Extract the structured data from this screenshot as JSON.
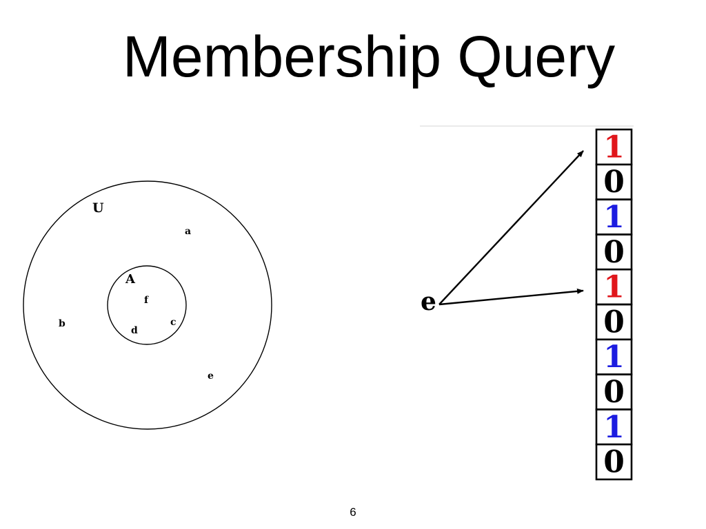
{
  "slide": {
    "title": "Membership Query",
    "page_number": "6"
  },
  "venn": {
    "universe_label": "U",
    "set_label": "A",
    "elements": {
      "a": "a",
      "b": "b",
      "c": "c",
      "d": "d",
      "e": "e",
      "f": "f"
    }
  },
  "bloom": {
    "query_label": "e",
    "bits": [
      {
        "value": "1",
        "color": "#e0161b"
      },
      {
        "value": "0",
        "color": "#000000"
      },
      {
        "value": "1",
        "color": "#1c1ce0"
      },
      {
        "value": "0",
        "color": "#000000"
      },
      {
        "value": "1",
        "color": "#e0161b"
      },
      {
        "value": "0",
        "color": "#000000"
      },
      {
        "value": "1",
        "color": "#1c1ce0"
      },
      {
        "value": "0",
        "color": "#000000"
      },
      {
        "value": "1",
        "color": "#1c1ce0"
      },
      {
        "value": "0",
        "color": "#000000"
      }
    ]
  }
}
